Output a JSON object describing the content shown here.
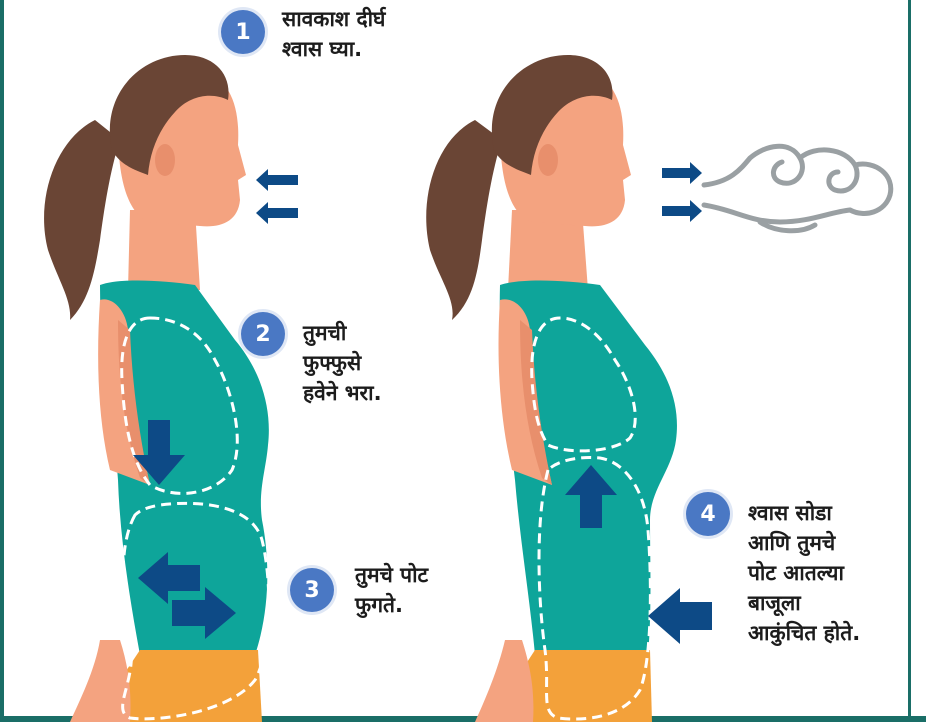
{
  "steps": [
    {
      "number": "1",
      "text": "सावकाश दीर्घ\nश्वास घ्या."
    },
    {
      "number": "2",
      "text": "तुमची\nफुफ्फुसे\nहवेने भरा."
    },
    {
      "number": "3",
      "text": "तुमचे पोट\nफुगते."
    },
    {
      "number": "4",
      "text": "श्वास सोडा\nआणि तुमचे\nपोट आतल्या\nबाजूला\nआकुंचित होते."
    }
  ],
  "colors": {
    "skin": "#f4a380",
    "skin_shadow": "#e88f6c",
    "hair": "#6a4535",
    "top": "#0ea59a",
    "pants": "#f3a13a",
    "arrow": "#0d4a86",
    "badge": "#4a78c4",
    "cloud": "#9aa0a3",
    "frame": "#1a6e67"
  },
  "icons": [
    "inhale-arrow-icon",
    "exhale-arrow-icon",
    "breath-cloud-icon",
    "down-arrow-icon",
    "up-arrow-icon",
    "left-arrow-icon",
    "right-arrow-icon"
  ]
}
